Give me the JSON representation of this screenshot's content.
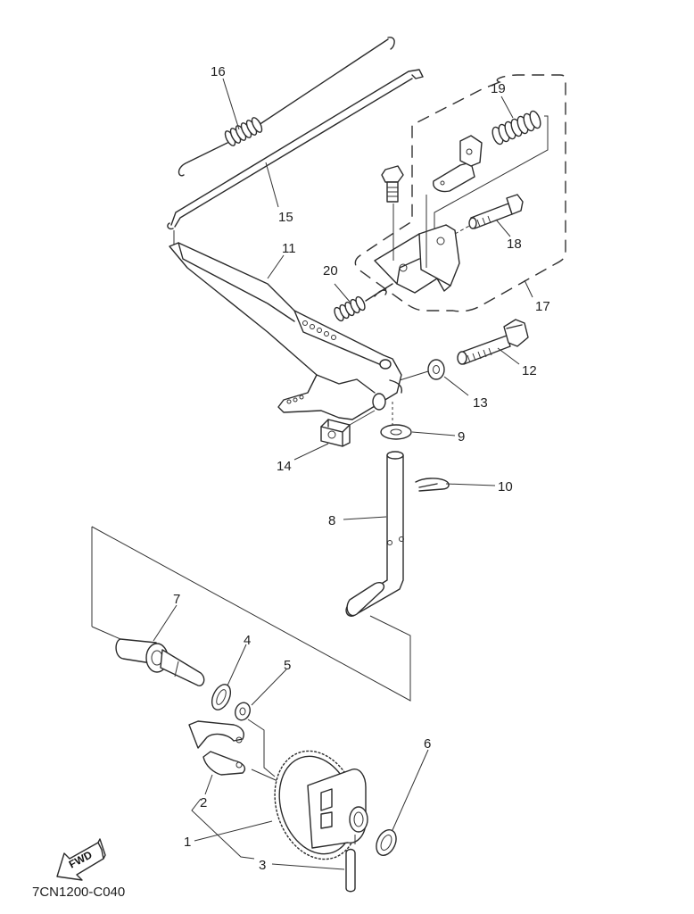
{
  "diagram": {
    "title": "Governor linkage exploded parts diagram",
    "drawing_code": "7CN1200-C040",
    "direction_marker": "FWD",
    "callouts": [
      {
        "id": "c1",
        "number": "1",
        "part": "governor gear assembly"
      },
      {
        "id": "c2",
        "number": "2",
        "part": "governor weight"
      },
      {
        "id": "c3",
        "number": "3",
        "part": "governor pin"
      },
      {
        "id": "c4",
        "number": "4",
        "part": "washer"
      },
      {
        "id": "c5",
        "number": "5",
        "part": "washer"
      },
      {
        "id": "c6",
        "number": "6",
        "part": "washer"
      },
      {
        "id": "c7",
        "number": "7",
        "part": "governor sleeve"
      },
      {
        "id": "c8",
        "number": "8",
        "part": "governor shaft"
      },
      {
        "id": "c9",
        "number": "9",
        "part": "washer"
      },
      {
        "id": "c10",
        "number": "10",
        "part": "clip"
      },
      {
        "id": "c11",
        "number": "11",
        "part": "governor lever"
      },
      {
        "id": "c12",
        "number": "12",
        "part": "bolt"
      },
      {
        "id": "c13",
        "number": "13",
        "part": "washer"
      },
      {
        "id": "c14",
        "number": "14",
        "part": "nut"
      },
      {
        "id": "c15",
        "number": "15",
        "part": "rod"
      },
      {
        "id": "c16",
        "number": "16",
        "part": "spring"
      },
      {
        "id": "c17",
        "number": "17",
        "part": "bracket assembly"
      },
      {
        "id": "c18",
        "number": "18",
        "part": "screw"
      },
      {
        "id": "c19",
        "number": "19",
        "part": "spring"
      },
      {
        "id": "c20",
        "number": "20",
        "part": "spring"
      }
    ]
  }
}
